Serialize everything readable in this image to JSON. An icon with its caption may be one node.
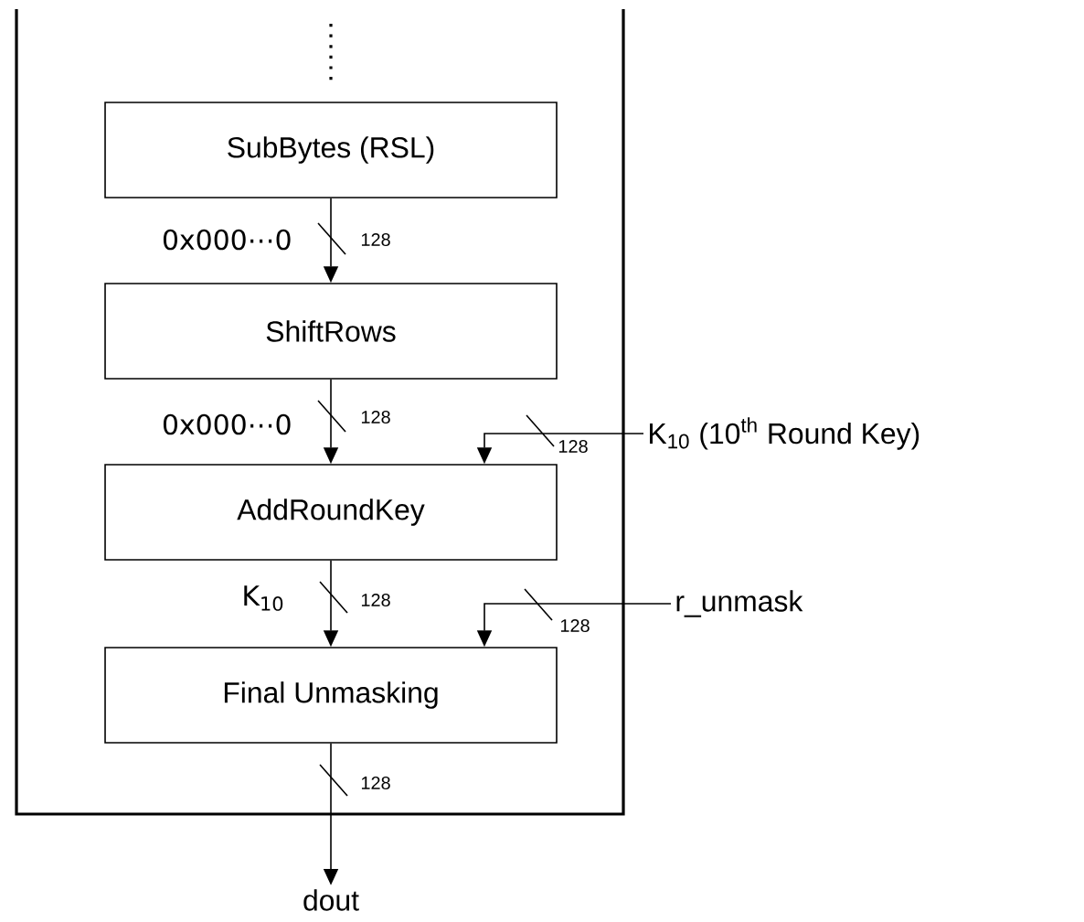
{
  "diagram": {
    "nodes": [
      {
        "text": [
          "SubBytes (RSL)"
        ]
      },
      {
        "text": [
          "ShiftRows"
        ]
      },
      {
        "text": [
          "AddRoundKey"
        ]
      },
      {
        "text": [
          "Final Unmasking"
        ]
      },
      {
        "text": [
          "K$_{10}$ (10$^{th}$ Round Key)"
        ]
      },
      {
        "text": [
          "r_unmask"
        ]
      },
      {
        "text": [
          "dout"
        ]
      }
    ],
    "edges": [
      {
        "from": 0,
        "to": 1,
        "arrow": "to",
        "label": "0x000⋯0"
      },
      {
        "from": 1,
        "to": 2,
        "arrow": "to",
        "label": "0x000⋯0"
      },
      {
        "from": 4,
        "to": 2,
        "arrow": "to"
      },
      {
        "from": 2,
        "to": 3,
        "arrow": "to",
        "label": "K$_{10}$"
      },
      {
        "from": 5,
        "to": 3,
        "arrow": "to"
      },
      {
        "from": 3,
        "to": 6,
        "arrow": "to"
      }
    ],
    "labels": [
      "128",
      "128",
      "128",
      "128",
      "128",
      "128"
    ]
  }
}
